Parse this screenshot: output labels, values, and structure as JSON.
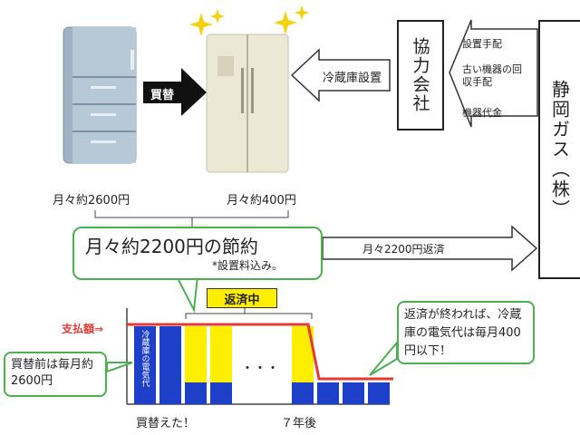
{
  "top": {
    "kaikae": "買替",
    "old_cost": "月々約2600円",
    "new_cost": "月々約400円",
    "install_label": "冷蔵庫設置"
  },
  "partner": {
    "name": "協力会社"
  },
  "gas": {
    "name": "静岡ガス（株）"
  },
  "services": [
    "設置手配",
    "古い機器の回収手配",
    "機器代金"
  ],
  "savings": {
    "main": "月々約2200円の節約",
    "note": "*設置料込み。"
  },
  "repay": {
    "label": "月々2200円返済"
  },
  "chart": {
    "repaying": "返済中",
    "payment": "支払額⇒",
    "before": "買替前は毎月約2600円",
    "after_end": "返済が終われば、冷蔵庫の電気代は毎月400円以下！",
    "bar_label": "冷蔵庫の電気代",
    "dots": "・・・",
    "x_buy": "買替えた！",
    "x_7y": "７年後"
  },
  "colors": {
    "payment_line": "#e53935",
    "elec": "#1e3fc8",
    "repay": "#ffee00",
    "callout": "#4caf50"
  }
}
